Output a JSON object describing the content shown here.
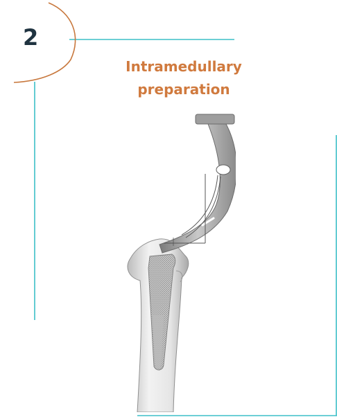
{
  "step": {
    "number": "2"
  },
  "title": {
    "line1": "Intramedullary",
    "line2": "preparation"
  },
  "colors": {
    "accent_teal": "#3bbfc7",
    "accent_orange": "#c8783d",
    "title_orange": "#d07a3e",
    "number_dark": "#1f3340"
  },
  "icons": {
    "step_badge": "circular-arc-badge",
    "illustration": "femur-with-broach-handle"
  }
}
